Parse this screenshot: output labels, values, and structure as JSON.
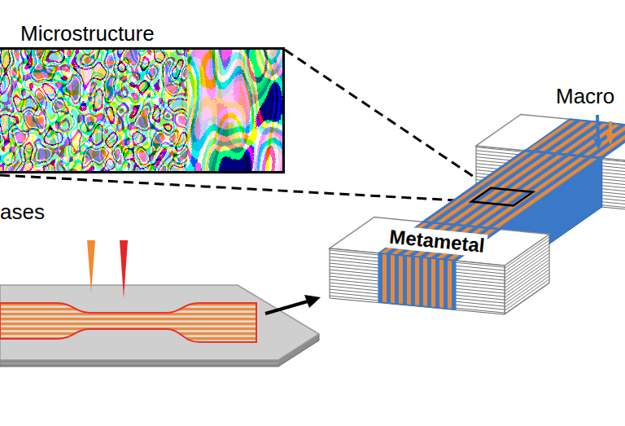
{
  "diagram": {
    "nodes": [
      {
        "text": [
          "Microstructure"
        ]
      }
    ],
    "labels": [
      "Macro",
      "ases",
      "Metametal"
    ]
  }
}
